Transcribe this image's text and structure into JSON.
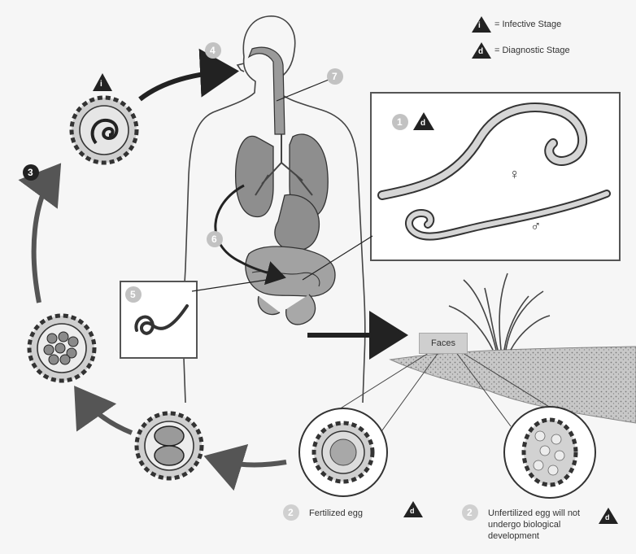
{
  "legend": {
    "infective_symbol": "i",
    "infective_label": "= Infective Stage",
    "diagnostic_symbol": "d",
    "diagnostic_label": "= Diagnostic Stage"
  },
  "steps": {
    "s1": "1",
    "s2": "2",
    "s3": "3",
    "s4": "4",
    "s5": "5",
    "s6": "6",
    "s7": "7"
  },
  "labels": {
    "faeces": "Faces",
    "fertilized_egg": "Fertilized egg",
    "unfertilized_egg": "Unfertilized egg will not undergo biological development",
    "female_symbol": "♀",
    "male_symbol": "♂"
  },
  "colors": {
    "background": "#f6f6f6",
    "organ_fill": "#8e8e8e",
    "soil_fill": "#c4c4c4",
    "ink": "#222222",
    "step_circle": "#c2c2c2"
  }
}
